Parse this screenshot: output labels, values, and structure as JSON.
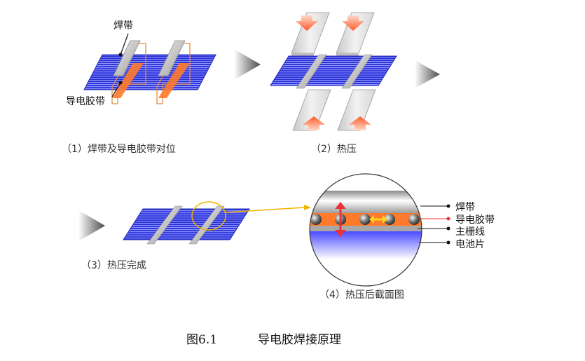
{
  "panel1": {
    "caption": "（1）焊带及导电胶带对位",
    "label_ribbon": "焊带",
    "label_tape": "导电胶带"
  },
  "panel2": {
    "caption": "（2）热压"
  },
  "panel3": {
    "caption": "（3）热压完成"
  },
  "panel4": {
    "caption": "（4）热压后截面图",
    "legend": [
      "焊带",
      "导电胶带",
      "主栅线",
      "电池片"
    ]
  },
  "figure": {
    "number": "图6.1",
    "title": "导电胶焊接原理"
  },
  "colors": {
    "cell_blue": "#3a3fe0",
    "ribbon_gray": "#b9b9b9",
    "tape_orange": "#ff7a2a",
    "arrow_red": "#e8323c",
    "arrow_yellow": "#ffd21e",
    "pointer_gold": "#f0b400"
  }
}
